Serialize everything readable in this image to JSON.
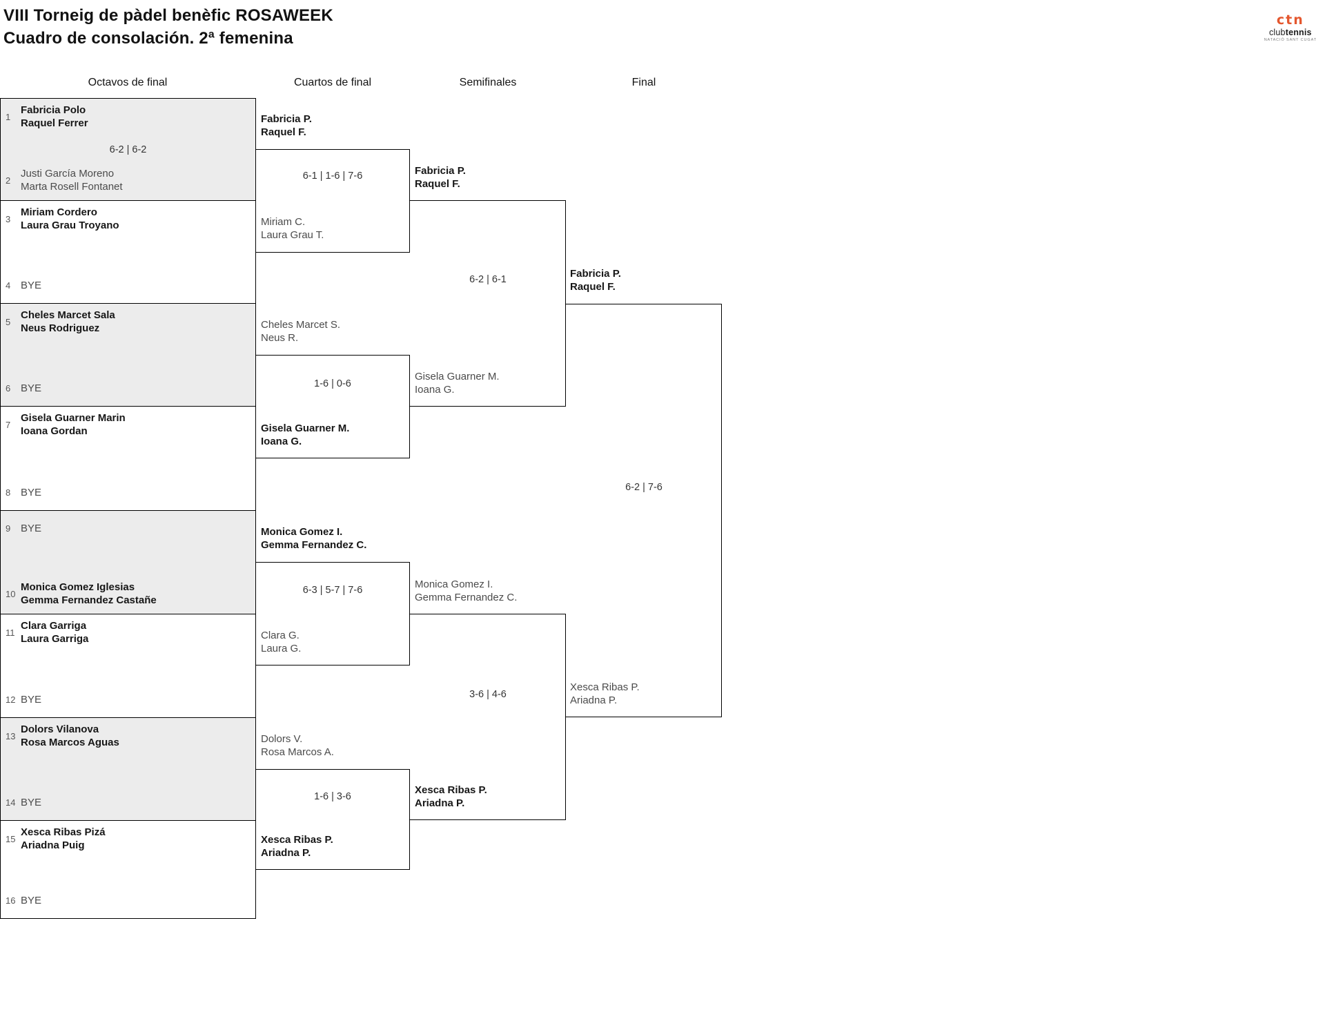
{
  "title": {
    "line1": "VIII Torneig de pàdel benèfic ROSAWEEK",
    "line2": "Cuadro de consolación. 2ª femenina"
  },
  "logo": {
    "monogram": "ctn",
    "name_regular": "club",
    "name_bold": "tennis",
    "subtitle": "NATACIÓ SANT CUGAT",
    "accent_color": "#E4572E"
  },
  "round_headers": [
    "Octavos de final",
    "Cuartos de final",
    "Semifinales",
    "Final"
  ],
  "r1": [
    {
      "score": "6-2 | 6-2",
      "top": {
        "seed": "1",
        "winner": true,
        "lines": [
          "Fabricia Polo",
          "Raquel Ferrer"
        ]
      },
      "bottom": {
        "seed": "2",
        "winner": false,
        "lines": [
          "Justi García Moreno",
          "Marta Rosell Fontanet"
        ]
      }
    },
    {
      "score": "",
      "top": {
        "seed": "3",
        "winner": true,
        "lines": [
          "Miriam Cordero",
          "Laura Grau Troyano"
        ]
      },
      "bottom": {
        "seed": "4",
        "winner": false,
        "lines": [
          "BYE"
        ]
      }
    },
    {
      "score": "",
      "top": {
        "seed": "5",
        "winner": true,
        "lines": [
          "Cheles Marcet Sala",
          "Neus Rodriguez"
        ]
      },
      "bottom": {
        "seed": "6",
        "winner": false,
        "lines": [
          "BYE"
        ]
      }
    },
    {
      "score": "",
      "top": {
        "seed": "7",
        "winner": true,
        "lines": [
          "Gisela Guarner Marin",
          "Ioana Gordan"
        ]
      },
      "bottom": {
        "seed": "8",
        "winner": false,
        "lines": [
          "BYE"
        ]
      }
    },
    {
      "score": "",
      "top": {
        "seed": "9",
        "winner": false,
        "lines": [
          "BYE"
        ]
      },
      "bottom": {
        "seed": "10",
        "winner": true,
        "lines": [
          "Monica Gomez Iglesias",
          "Gemma Fernandez Castañe"
        ]
      }
    },
    {
      "score": "",
      "top": {
        "seed": "11",
        "winner": true,
        "lines": [
          "Clara Garriga",
          "Laura Garriga"
        ]
      },
      "bottom": {
        "seed": "12",
        "winner": false,
        "lines": [
          "BYE"
        ]
      }
    },
    {
      "score": "",
      "top": {
        "seed": "13",
        "winner": true,
        "lines": [
          "Dolors Vilanova",
          "Rosa Marcos Aguas"
        ]
      },
      "bottom": {
        "seed": "14",
        "winner": false,
        "lines": [
          "BYE"
        ]
      }
    },
    {
      "score": "",
      "top": {
        "seed": "15",
        "winner": true,
        "lines": [
          "Xesca Ribas Pizá",
          "Ariadna Puig"
        ]
      },
      "bottom": {
        "seed": "16",
        "winner": false,
        "lines": [
          "BYE"
        ]
      }
    }
  ],
  "qf": [
    {
      "score": "6-1 | 1-6 | 7-6",
      "top": {
        "winner": true,
        "lines": [
          "Fabricia P.",
          "Raquel F."
        ]
      },
      "bottom": {
        "winner": false,
        "lines": [
          "Miriam C.",
          "Laura Grau T."
        ]
      }
    },
    {
      "score": "1-6 | 0-6",
      "top": {
        "winner": false,
        "lines": [
          "Cheles Marcet S.",
          "Neus R."
        ]
      },
      "bottom": {
        "winner": true,
        "lines": [
          "Gisela Guarner M.",
          "Ioana G."
        ]
      }
    },
    {
      "score": "6-3 | 5-7 | 7-6",
      "top": {
        "winner": true,
        "lines": [
          "Monica Gomez I.",
          "Gemma Fernandez C."
        ]
      },
      "bottom": {
        "winner": false,
        "lines": [
          "Clara G.",
          "Laura G."
        ]
      }
    },
    {
      "score": "1-6 | 3-6",
      "top": {
        "winner": false,
        "lines": [
          "Dolors V.",
          "Rosa Marcos A."
        ]
      },
      "bottom": {
        "winner": true,
        "lines": [
          "Xesca Ribas P.",
          "Ariadna P."
        ]
      }
    }
  ],
  "sf": [
    {
      "score": "6-2 | 6-1",
      "top": {
        "winner": true,
        "lines": [
          "Fabricia P.",
          "Raquel F."
        ]
      },
      "bottom": {
        "winner": false,
        "lines": [
          "Gisela Guarner M.",
          "Ioana G."
        ]
      }
    },
    {
      "score": "3-6 | 4-6",
      "top": {
        "winner": false,
        "lines": [
          "Monica Gomez I.",
          "Gemma Fernandez C."
        ]
      },
      "bottom": {
        "winner": true,
        "lines": [
          "Xesca Ribas P.",
          "Ariadna P."
        ]
      }
    }
  ],
  "final": {
    "score": "6-2 | 7-6",
    "top": {
      "winner": true,
      "lines": [
        "Fabricia P.",
        "Raquel F."
      ]
    },
    "bottom": {
      "winner": false,
      "lines": [
        "Xesca Ribas P.",
        "Ariadna P."
      ]
    }
  }
}
